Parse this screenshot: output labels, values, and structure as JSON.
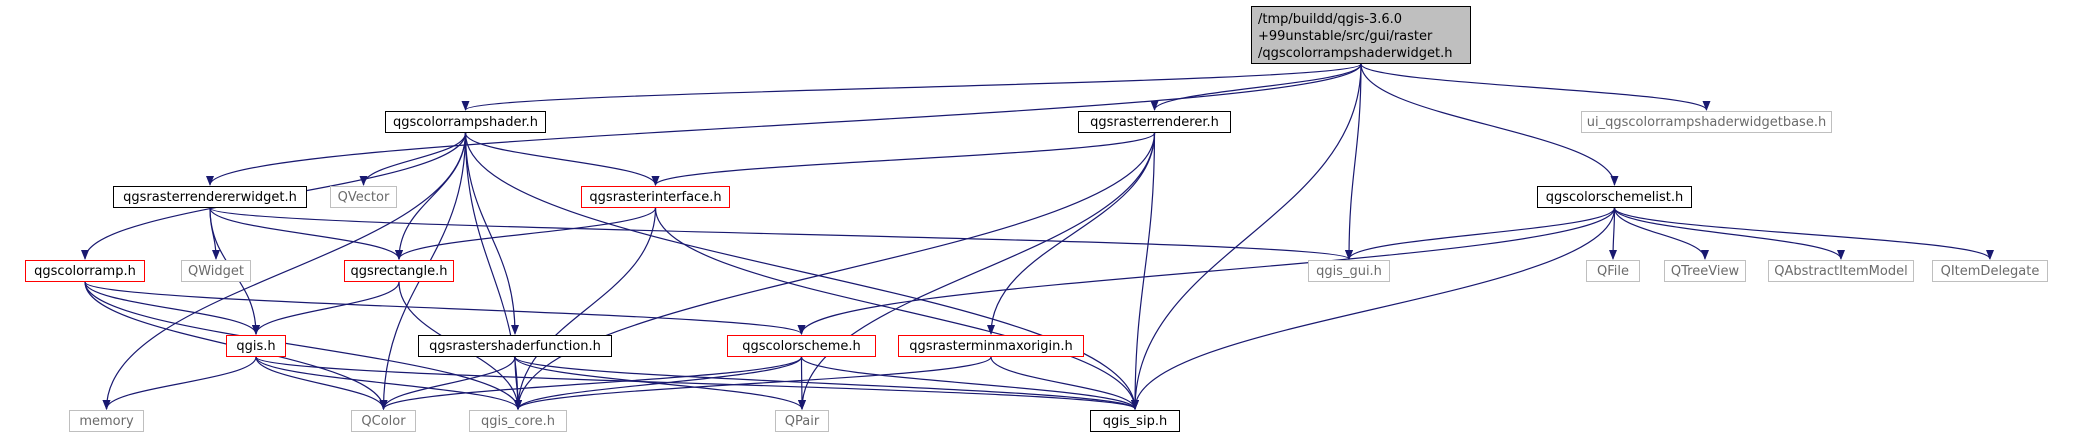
{
  "diagram": {
    "root": {
      "id": "root",
      "lines": [
        "/tmp/buildd/qgis-3.6.0",
        "+99unstable/src/gui/raster",
        "/qgscolorrampshaderwidget.h"
      ]
    },
    "nodes": [
      {
        "id": "qgscolorrampshader",
        "label": "qgscolorrampshader.h",
        "style": "black"
      },
      {
        "id": "qgsrasterrenderer",
        "label": "qgsrasterrenderer.h",
        "style": "black"
      },
      {
        "id": "ui_widgetbase",
        "label": "ui_qgscolorrampshaderwidgetbase.h",
        "style": "gray"
      },
      {
        "id": "qgsrasterrendererwidget",
        "label": "qgsrasterrendererwidget.h",
        "style": "black"
      },
      {
        "id": "qvector",
        "label": "QVector",
        "style": "gray"
      },
      {
        "id": "qgsrasterinterface",
        "label": "qgsrasterinterface.h",
        "style": "red"
      },
      {
        "id": "qgscolorschemelist",
        "label": "qgscolorschemelist.h",
        "style": "black"
      },
      {
        "id": "qgscolorramp",
        "label": "qgscolorramp.h",
        "style": "red"
      },
      {
        "id": "qwidget",
        "label": "QWidget",
        "style": "gray"
      },
      {
        "id": "qgsrectangle",
        "label": "qgsrectangle.h",
        "style": "red"
      },
      {
        "id": "qgis_gui",
        "label": "qgis_gui.h",
        "style": "gray"
      },
      {
        "id": "qfile",
        "label": "QFile",
        "style": "gray"
      },
      {
        "id": "qtreeview",
        "label": "QTreeView",
        "style": "gray"
      },
      {
        "id": "qabstractitemmodel",
        "label": "QAbstractItemModel",
        "style": "gray"
      },
      {
        "id": "qitemdelegate",
        "label": "QItemDelegate",
        "style": "gray"
      },
      {
        "id": "qgis",
        "label": "qgis.h",
        "style": "red"
      },
      {
        "id": "qgsrastershaderfunction",
        "label": "qgsrastershaderfunction.h",
        "style": "black"
      },
      {
        "id": "qgscolorscheme",
        "label": "qgscolorscheme.h",
        "style": "red"
      },
      {
        "id": "qgsrasterminmaxorigin",
        "label": "qgsrasterminmaxorigin.h",
        "style": "red"
      },
      {
        "id": "memory",
        "label": "memory",
        "style": "gray"
      },
      {
        "id": "qcolor",
        "label": "QColor",
        "style": "gray"
      },
      {
        "id": "qgis_core",
        "label": "qgis_core.h",
        "style": "gray"
      },
      {
        "id": "qpair",
        "label": "QPair",
        "style": "gray"
      },
      {
        "id": "qgis_sip",
        "label": "qgis_sip.h",
        "style": "black"
      }
    ],
    "colors": {
      "edge": "#191970",
      "node_border": "#000000",
      "incomplete_border": "#ff0000",
      "external_border": "#bfbfbf",
      "external_text": "#6b6b6b",
      "root_fill": "#bfbfbf"
    }
  }
}
